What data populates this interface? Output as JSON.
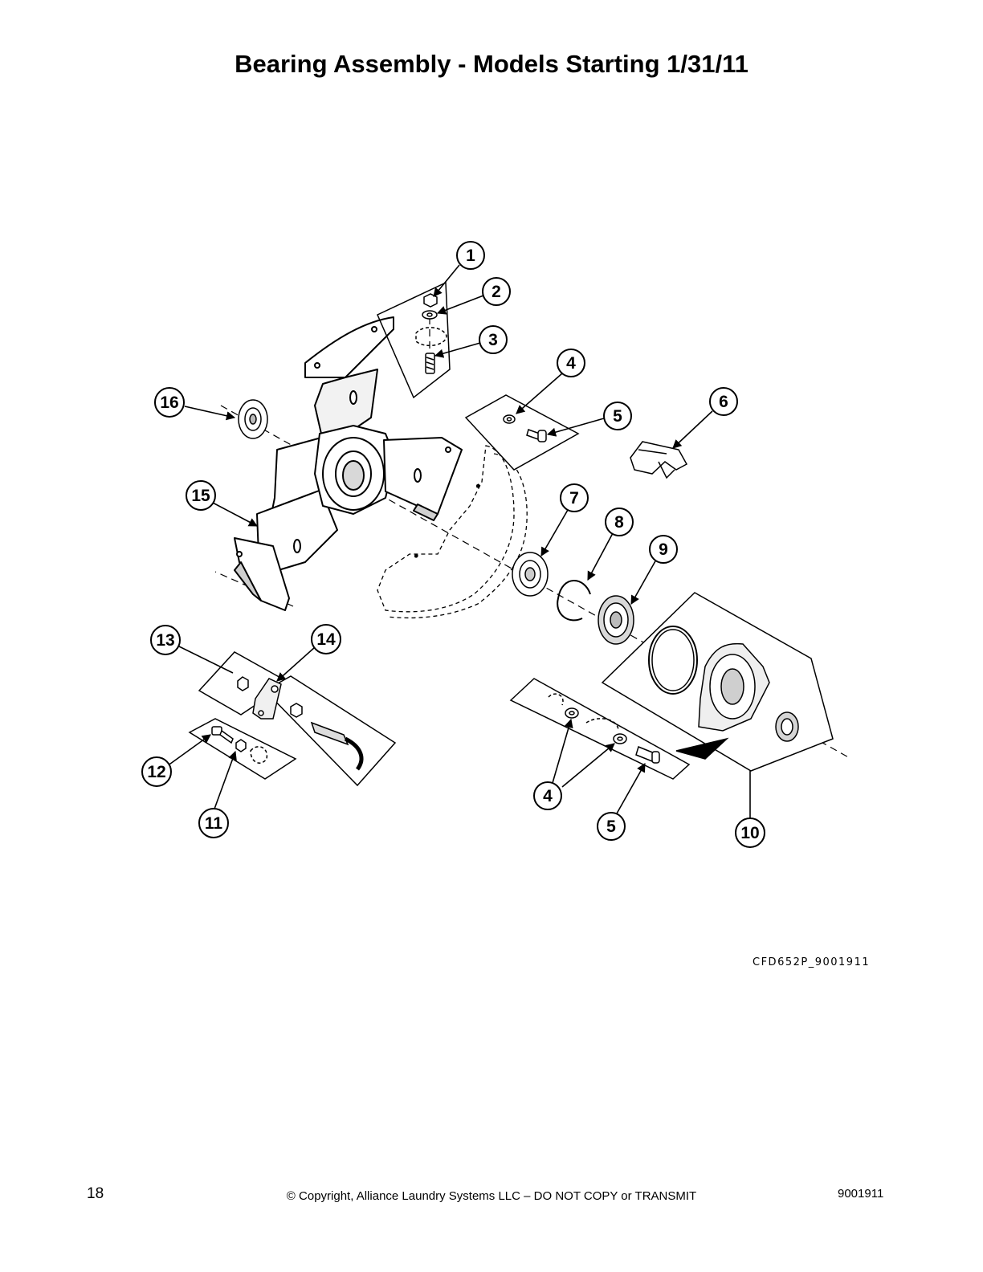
{
  "title": "Bearing Assembly - Models Starting 1/31/11",
  "diagram_code": "CFD652P_9001911",
  "callouts": [
    "1",
    "2",
    "3",
    "4",
    "5",
    "6",
    "7",
    "8",
    "9",
    "10",
    "11",
    "12",
    "13",
    "14",
    "15",
    "16",
    "4",
    "5"
  ],
  "footer": {
    "page_number": "18",
    "copyright": "© Copyright, Alliance Laundry Systems LLC – DO NOT COPY or TRANSMIT",
    "doc_number": "9001911"
  }
}
